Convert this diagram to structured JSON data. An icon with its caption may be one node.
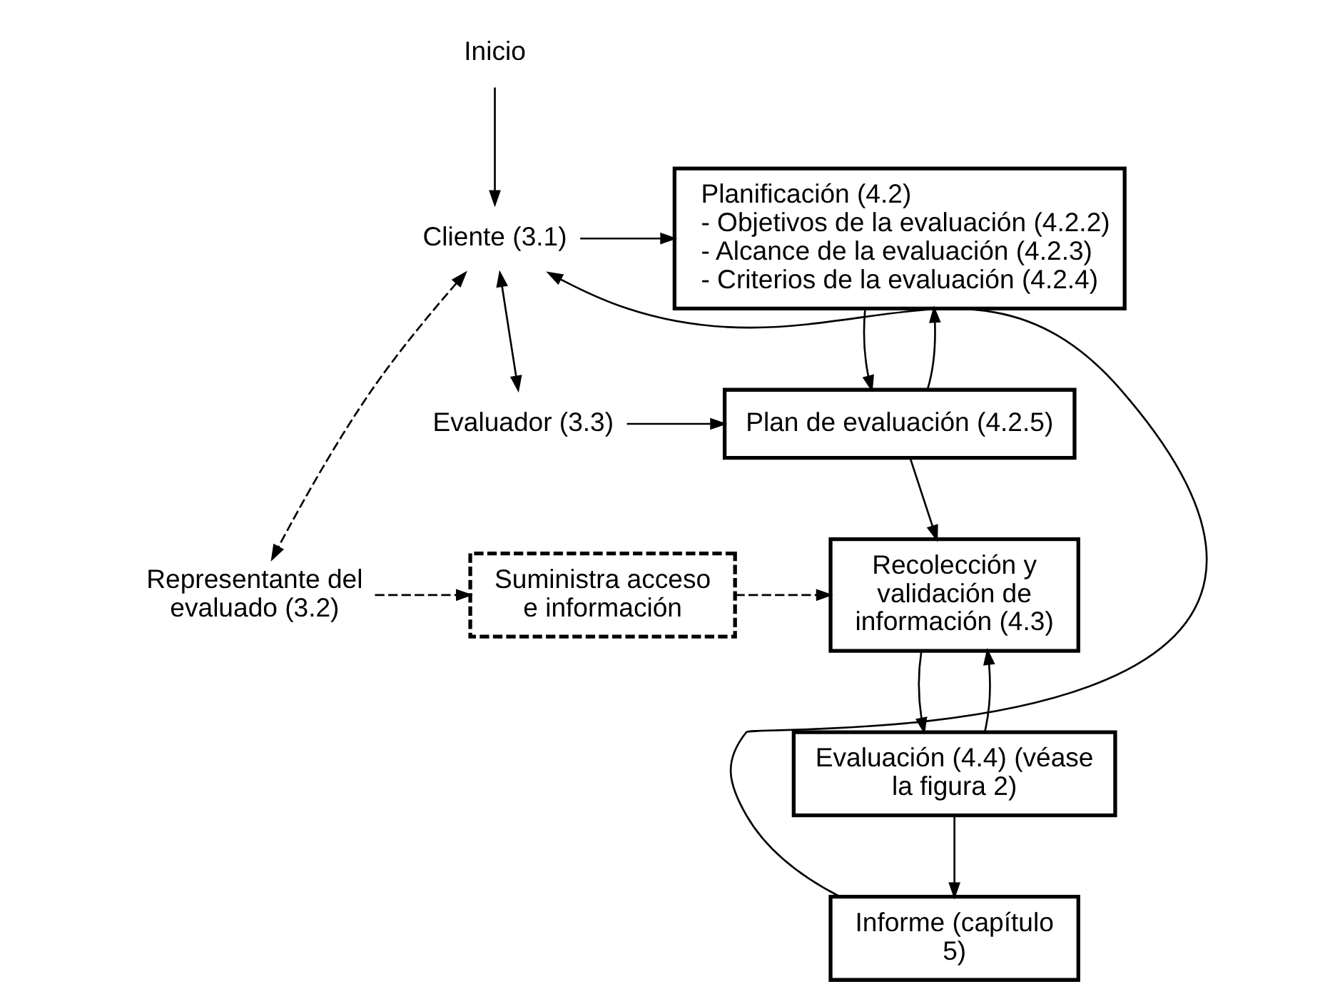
{
  "diagram": {
    "nodes": [
      {
        "text": [
          "Inicio"
        ]
      },
      {
        "text": [
          "Cliente (3.1)"
        ]
      },
      {
        "text": [
          "Planificación (4.2)",
          "- Objetivos de la evaluación (4.2.2)",
          "- Alcance de la evaluación (4.2.3)",
          "- Criterios de la evaluación (4.2.4)"
        ]
      },
      {
        "text": [
          "Evaluador (3.3)"
        ]
      },
      {
        "text": [
          "Plan de evaluación (4.2.5)"
        ]
      },
      {
        "text": [
          "Representante del evaluado (3.2)"
        ]
      },
      {
        "text": [
          "Suministra acceso e información"
        ]
      },
      {
        "text": [
          "Recolección y validación de información (4.3)"
        ]
      },
      {
        "text": [
          "Evaluación (4.4) (véase la figura 2)"
        ]
      },
      {
        "text": [
          "Informe (capítulo 5)"
        ]
      }
    ],
    "edges": [
      {
        "from": 0,
        "to": 1,
        "arrow": "to"
      },
      {
        "from": 1,
        "to": 2,
        "arrow": "to"
      },
      {
        "from": 1,
        "to": 3,
        "arrow": "both"
      },
      {
        "from": 1,
        "to": 5,
        "arrow": "both",
        "style": "dashed"
      },
      {
        "from": 3,
        "to": 4,
        "arrow": "to"
      },
      {
        "from": 4,
        "to": 2,
        "arrow": "to"
      },
      {
        "from": 2,
        "to": 4,
        "arrow": "to"
      },
      {
        "from": 4,
        "to": 7,
        "arrow": "to"
      },
      {
        "from": 5,
        "to": 6,
        "arrow": "to",
        "style": "dashed"
      },
      {
        "from": 6,
        "to": 7,
        "arrow": "to",
        "style": "dashed"
      },
      {
        "from": 8,
        "to": 7,
        "arrow": "to"
      },
      {
        "from": 7,
        "to": 8,
        "arrow": "to"
      },
      {
        "from": 8,
        "to": 9,
        "arrow": "to"
      },
      {
        "from": 9,
        "to": 1,
        "arrow": "to"
      }
    ]
  }
}
